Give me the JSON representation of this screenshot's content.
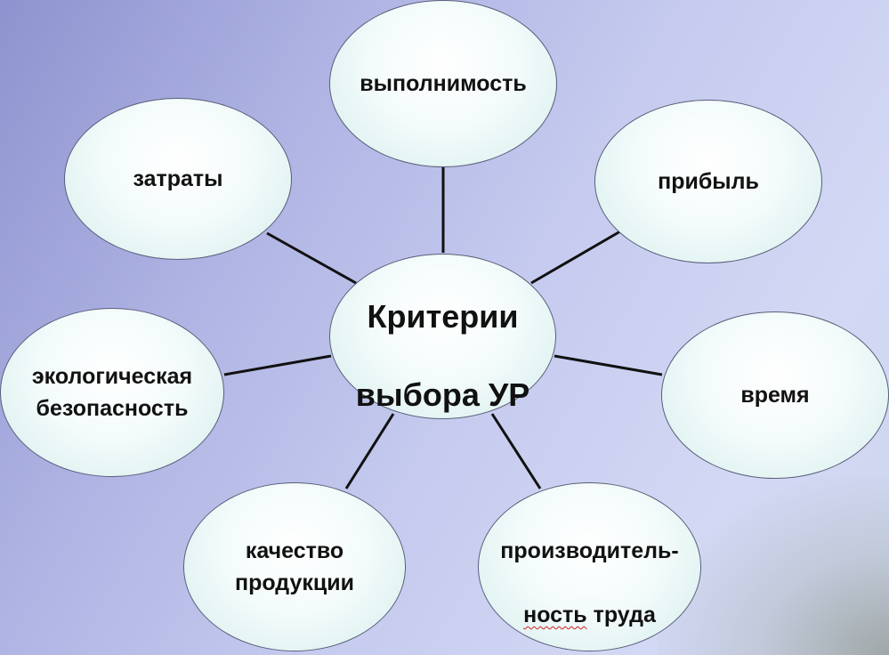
{
  "diagram": {
    "center": {
      "line1": "Критерии",
      "line2": "выбора УР"
    },
    "nodes": {
      "top": "выполнимость",
      "top_left": "затраты",
      "top_right": "прибыль",
      "left": "экологическая\nбезопасность",
      "right": "время",
      "bottom_left": "качество\nпродукции",
      "bottom_right": {
        "line1": "производитель-",
        "line2_underlined": "ность",
        "line2_rest": " труда"
      }
    },
    "colors": {
      "node_fill": "#f4fbfb",
      "node_border": "#5a5e7a",
      "connector": "#111111",
      "background": "#b8bde8"
    }
  }
}
